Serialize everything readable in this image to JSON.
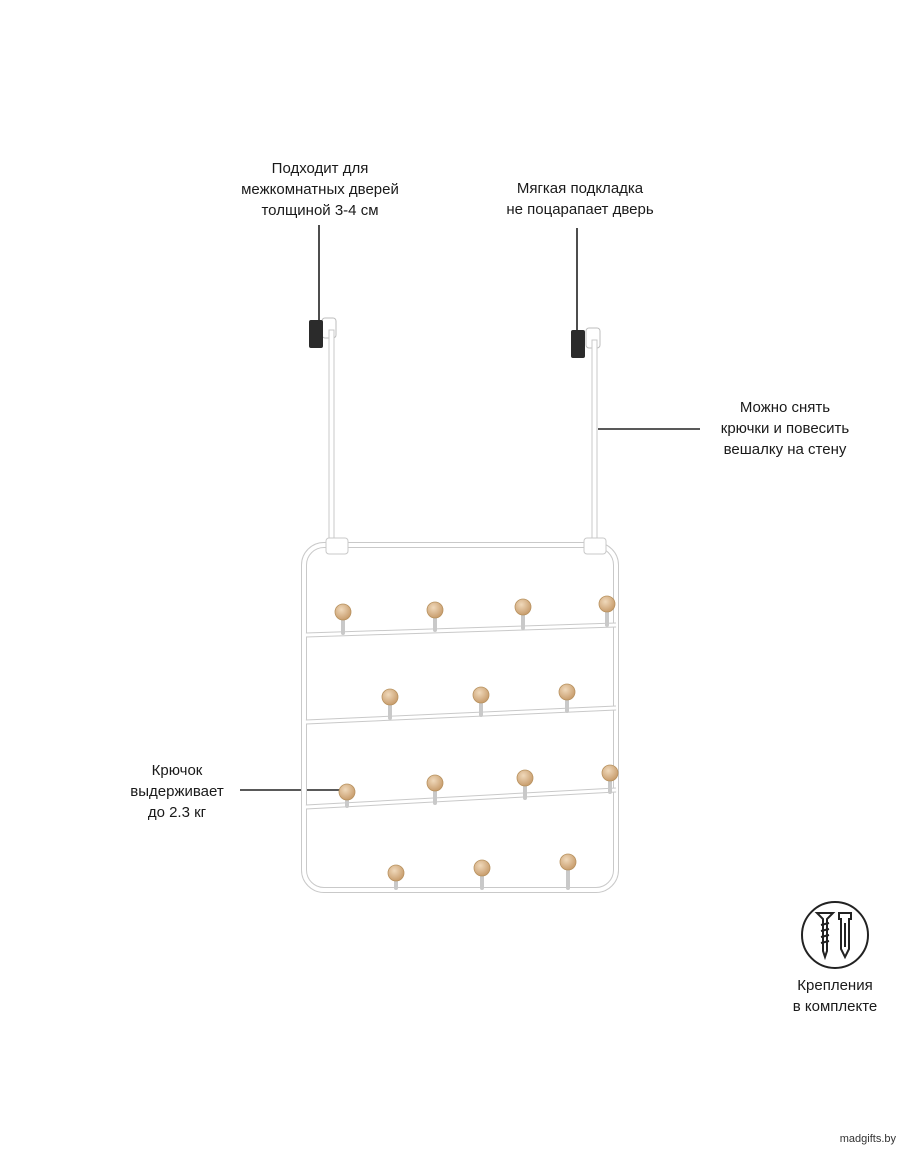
{
  "labels": {
    "door_fit": "Подходит для\nмежкомнатных дверей\nтолщиной 3-4 см",
    "soft_pad": "Мягкая подкладка\nне поцарапает дверь",
    "wall_mount": "Можно снять\nкрючки и повесить\nвешалку на стену",
    "hook_load": "Крючок\nвыдерживает\nдо 2.3 кг",
    "mounting_kit": "Крепления\nв комплекте"
  },
  "watermark": "madgifts.by",
  "colors": {
    "frame": "#ffffff",
    "frame_outline": "#c9c9c9",
    "knob": "#d9b48a",
    "pad": "#2b2b2b",
    "leader_line": "#222222"
  },
  "icons": [
    "screw-and-anchor-icon"
  ]
}
